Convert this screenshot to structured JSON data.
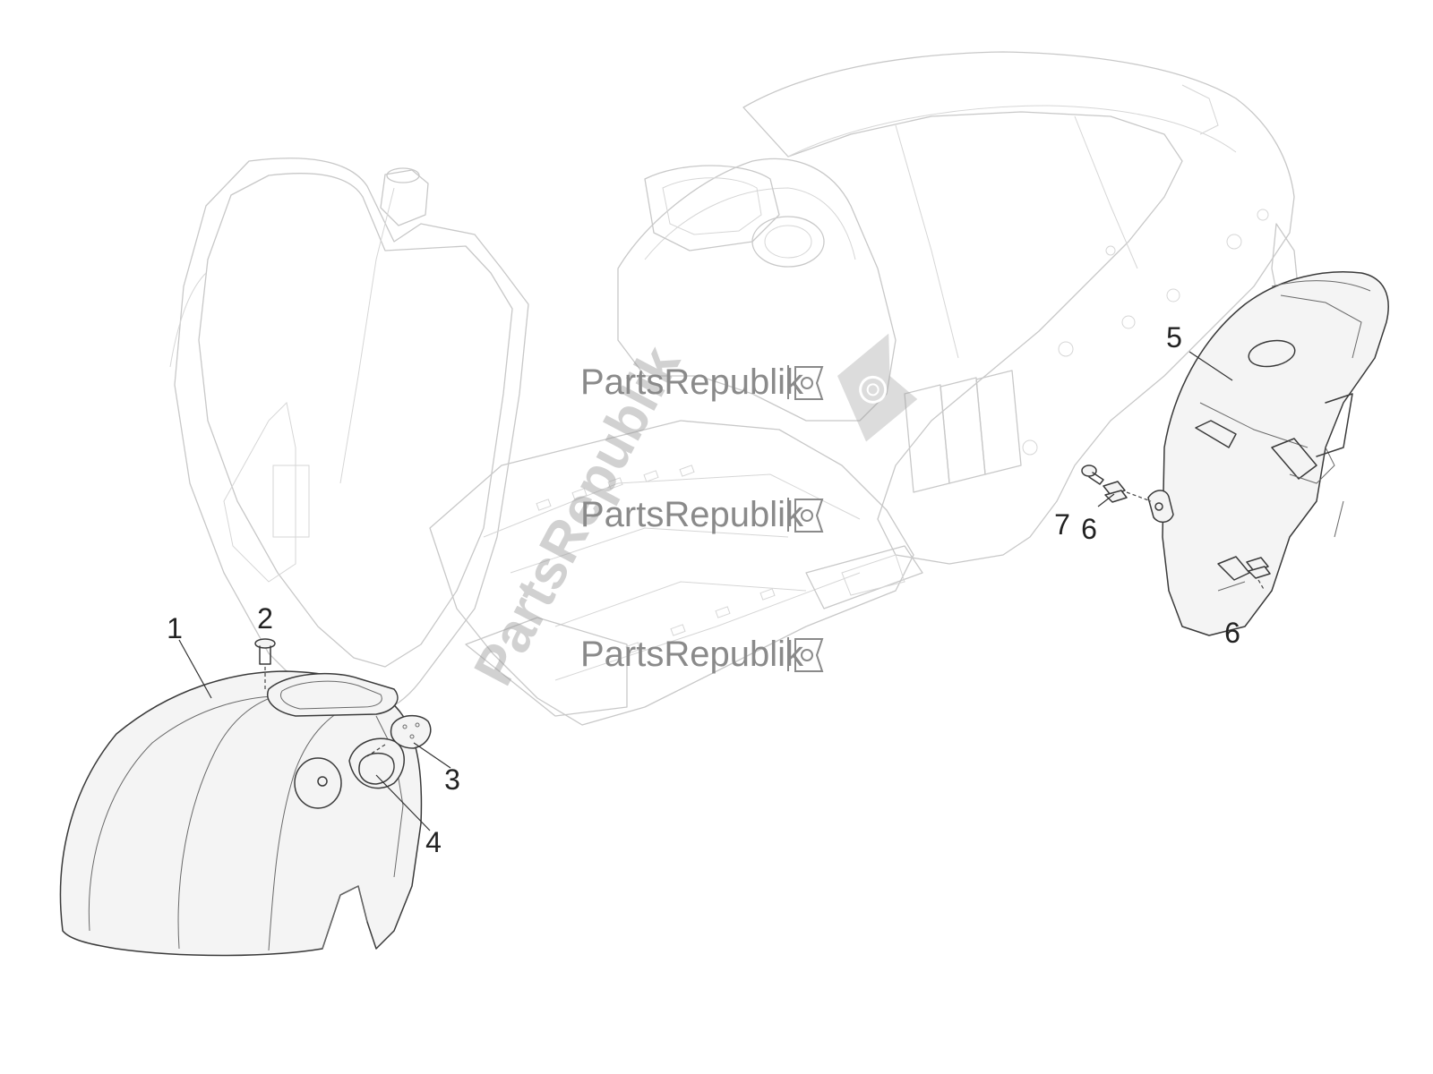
{
  "watermark": {
    "brand": "PartsRepublik",
    "brand_diagonal": "PartsRepublik"
  },
  "callouts": [
    {
      "id": "1",
      "label": "1"
    },
    {
      "id": "2",
      "label": "2"
    },
    {
      "id": "3",
      "label": "3"
    },
    {
      "id": "4",
      "label": "4"
    },
    {
      "id": "5",
      "label": "5"
    },
    {
      "id": "6a",
      "label": "6"
    },
    {
      "id": "6b",
      "label": "6"
    },
    {
      "id": "7",
      "label": "7"
    }
  ],
  "colors": {
    "ghost_outline": "#c8c8c8",
    "part_outline": "#3a3a3a",
    "watermark": "#8a8a8a"
  }
}
